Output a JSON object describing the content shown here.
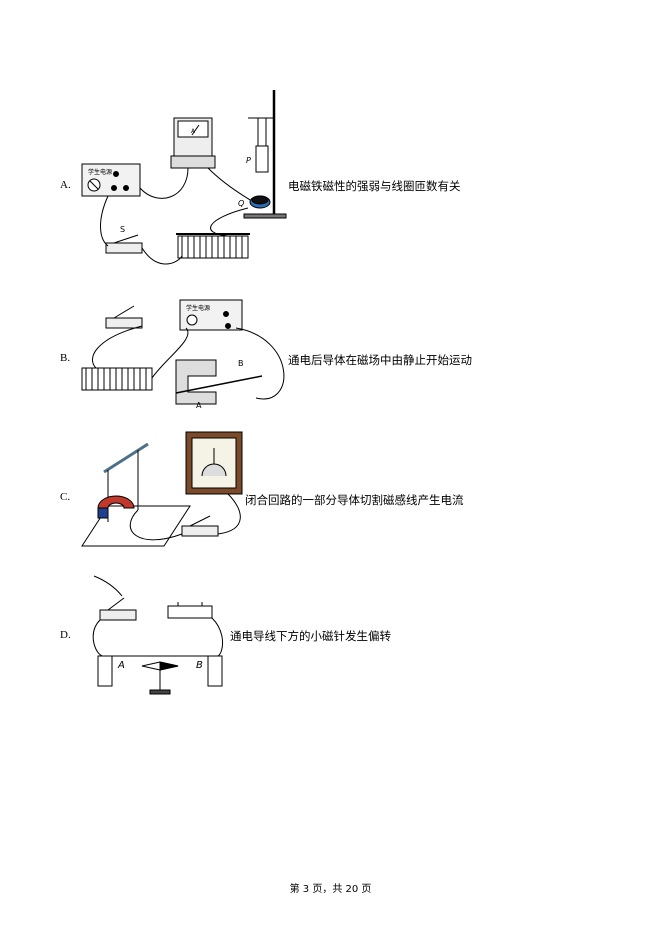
{
  "options": [
    {
      "label": "A.",
      "text": "电磁铁磁性的强弱与线圈匝数有关",
      "letters": [
        "S",
        "P",
        "Q"
      ]
    },
    {
      "label": "B.",
      "text": "通电后导体在磁场中由静止开始运动",
      "letters": [
        "B",
        "A"
      ]
    },
    {
      "label": "C.",
      "text": "闭合回路的一部分导体切割磁感线产生电流"
    },
    {
      "label": "D.",
      "text": "通电导线下方的小磁针发生偏转",
      "letters": [
        "A",
        "B"
      ]
    }
  ],
  "power_supply_label": "学生电源",
  "ammeter_letter": "A",
  "footer": "第 3 页，共 20 页"
}
